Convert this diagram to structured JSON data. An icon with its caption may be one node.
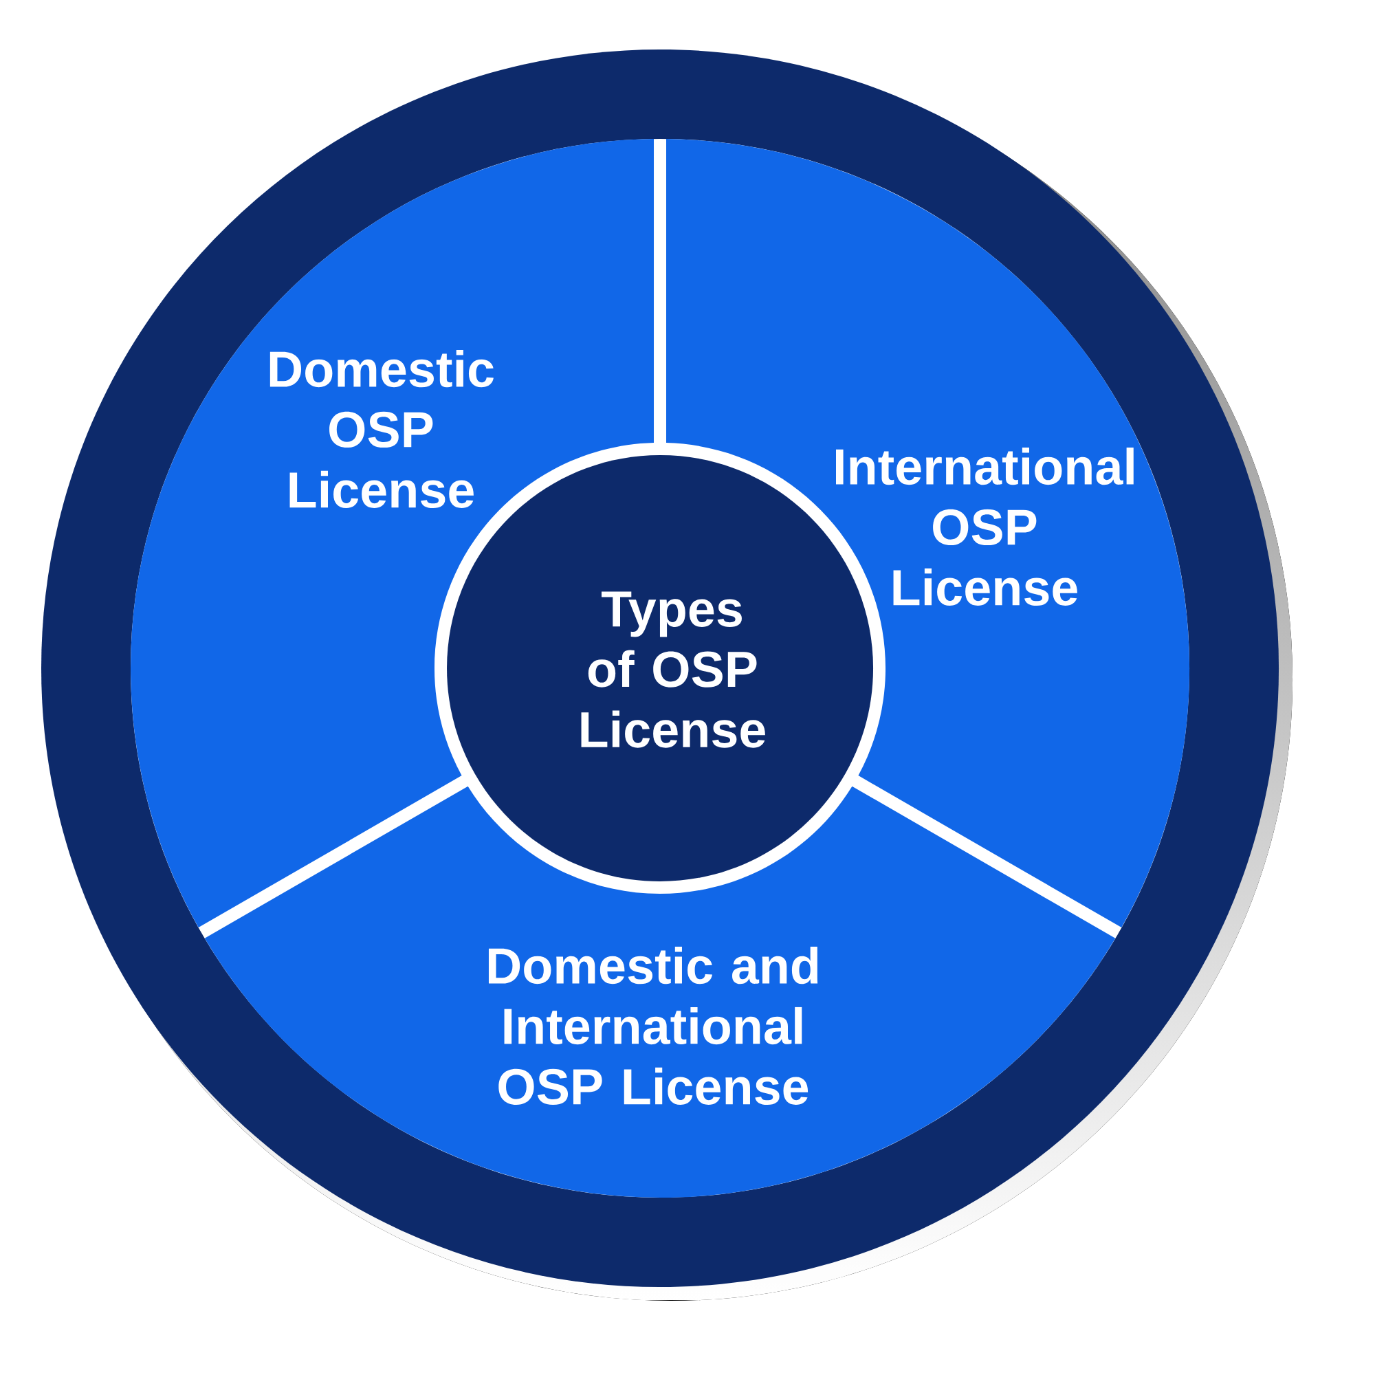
{
  "diagram": {
    "nodes": [
      {
        "text": [
          "Domestic OSP License"
        ]
      },
      {
        "text": [
          "International OSP License"
        ]
      },
      {
        "text": [
          "Types of OSP License"
        ]
      },
      {
        "text": [
          "Domestic and International OSP License"
        ]
      }
    ]
  }
}
